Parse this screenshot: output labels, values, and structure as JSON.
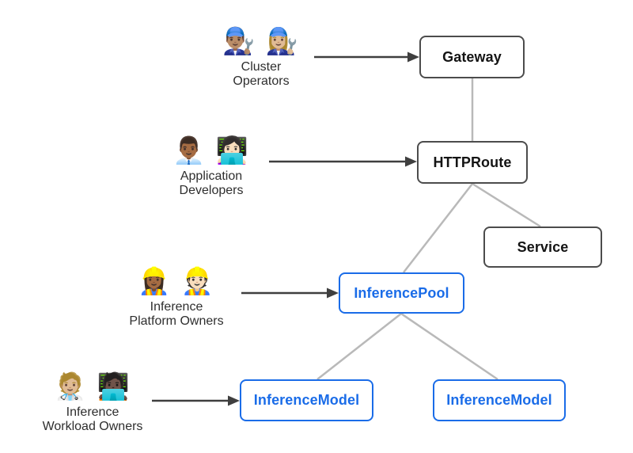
{
  "diagram": {
    "personas": [
      {
        "id": "cluster-operators",
        "emoji": "👨🏽‍🔧 👩🏼‍🔧",
        "label_line1": "Cluster",
        "label_line2": "Operators"
      },
      {
        "id": "application-developers",
        "emoji": "👨🏾‍💼 👩🏻‍💻",
        "label_line1": "Application",
        "label_line2": "Developers"
      },
      {
        "id": "inference-platform-owners",
        "emoji": "👷🏾‍♀️ 👷🏻",
        "label_line1": "Inference",
        "label_line2": "Platform Owners"
      },
      {
        "id": "inference-workload-owners",
        "emoji": "🧑🏼‍⚕️ 🧑🏿‍💻",
        "label_line1": "Inference",
        "label_line2": "Workload Owners"
      }
    ],
    "nodes": {
      "gateway": {
        "label": "Gateway",
        "type": "core"
      },
      "httproute": {
        "label": "HTTPRoute",
        "type": "core"
      },
      "service": {
        "label": "Service",
        "type": "core"
      },
      "inferencepool": {
        "label": "InferencePool",
        "type": "extension"
      },
      "inferencemodel_left": {
        "label": "InferenceModel",
        "type": "extension"
      },
      "inferencemodel_right": {
        "label": "InferenceModel",
        "type": "extension"
      }
    },
    "edges": [
      {
        "from": "gateway",
        "to": "httproute"
      },
      {
        "from": "httproute",
        "to": "inferencepool"
      },
      {
        "from": "httproute",
        "to": "service"
      },
      {
        "from": "inferencepool",
        "to": "inferencemodel_left"
      },
      {
        "from": "inferencepool",
        "to": "inferencemodel_right"
      }
    ],
    "arrows": [
      {
        "from": "cluster-operators",
        "to": "gateway"
      },
      {
        "from": "application-developers",
        "to": "httproute"
      },
      {
        "from": "inference-platform-owners",
        "to": "inferencepool"
      },
      {
        "from": "inference-workload-owners",
        "to": "inferencemodel_left"
      }
    ],
    "colors": {
      "core_border": "#4c4c4c",
      "core_text": "#141414",
      "extension_blue": "#1a6ce8",
      "edge_gray": "#b9b9b9",
      "arrow_dark": "#3f3f3f",
      "background": "#ffffff"
    }
  }
}
